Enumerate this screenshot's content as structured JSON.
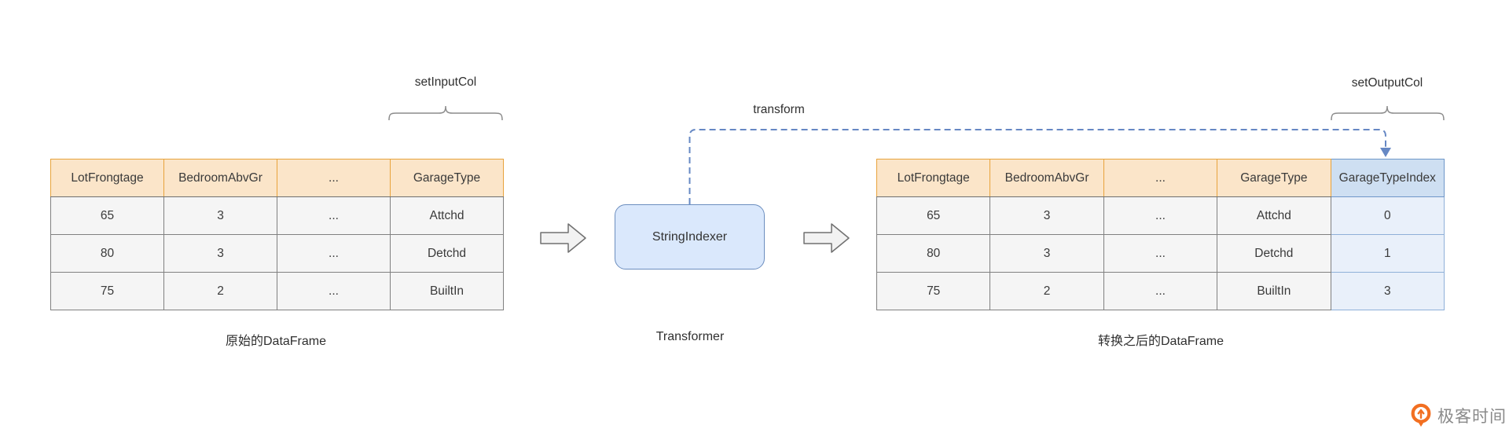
{
  "diagram": {
    "set_input_col_label": "setInputCol",
    "set_output_col_label": "setOutputCol",
    "transform_label": "transform",
    "transformer_box_label": "StringIndexer",
    "captions": {
      "left": "原始的DataFrame",
      "middle": "Transformer",
      "right": "转换之后的DataFrame"
    }
  },
  "left_table": {
    "headers": [
      "LotFrongtage",
      "BedroomAbvGr",
      "...",
      "GarageType"
    ],
    "rows": [
      [
        "65",
        "3",
        "...",
        "Attchd"
      ],
      [
        "80",
        "3",
        "...",
        "Detchd"
      ],
      [
        "75",
        "2",
        "...",
        "BuiltIn"
      ]
    ],
    "highlight_col_index": -1
  },
  "right_table": {
    "headers": [
      "LotFrongtage",
      "BedroomAbvGr",
      "...",
      "GarageType",
      "GarageTypeIndex"
    ],
    "rows": [
      [
        "65",
        "3",
        "...",
        "Attchd",
        "0"
      ],
      [
        "80",
        "3",
        "...",
        "Detchd",
        "1"
      ],
      [
        "75",
        "2",
        "...",
        "BuiltIn",
        "3"
      ]
    ],
    "highlight_col_index": 4
  },
  "logo": {
    "text": "极客时间"
  },
  "colors": {
    "header_bg": "#FBE5C9",
    "header_border": "#E8A33C",
    "cell_bg": "#F5F5F5",
    "cell_border": "#808080",
    "index_header_bg": "#CEDFF2",
    "index_cell_bg": "#E9F0FA",
    "index_border": "#6E96C8",
    "box_bg": "#DAE8FC",
    "box_border": "#6C8EBF",
    "dash_blue": "#6688C4",
    "arrow_fill": "#F2F2F2",
    "arrow_stroke": "#707070",
    "brace_gray": "#8C8C8C",
    "logo_orange": "#F26F21",
    "logo_text_gray": "#8A8A8A"
  }
}
